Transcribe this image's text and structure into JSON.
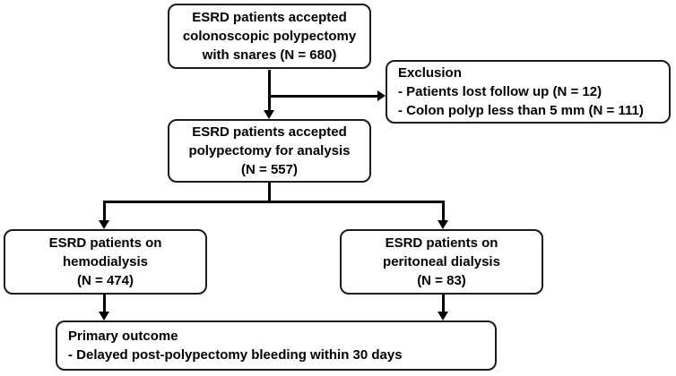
{
  "boxes": {
    "enrollment": {
      "lines": [
        "ESRD patients accepted",
        "colonoscopic polypectomy",
        "with snares (N = 680)"
      ]
    },
    "exclusion": {
      "lines": [
        "Exclusion",
        "- Patients lost follow up (N = 12)",
        "- Colon polyp less than 5 mm (N = 111)"
      ]
    },
    "analysis": {
      "lines": [
        "ESRD patients accepted",
        "polypectomy for analysis",
        "(N = 557)"
      ]
    },
    "hemodialysis": {
      "lines": [
        "ESRD patients on",
        "hemodialysis",
        "(N = 474)"
      ]
    },
    "peritoneal": {
      "lines": [
        "ESRD patients on",
        "peritoneal dialysis",
        "(N = 83)"
      ]
    },
    "outcome": {
      "lines": [
        "Primary outcome",
        "- Delayed post-polypectomy bleeding within 30 days"
      ]
    }
  },
  "colors": {
    "line": "#000000",
    "box_border": "#1b1b1b",
    "text": "#000000",
    "background": "#ffffff"
  }
}
